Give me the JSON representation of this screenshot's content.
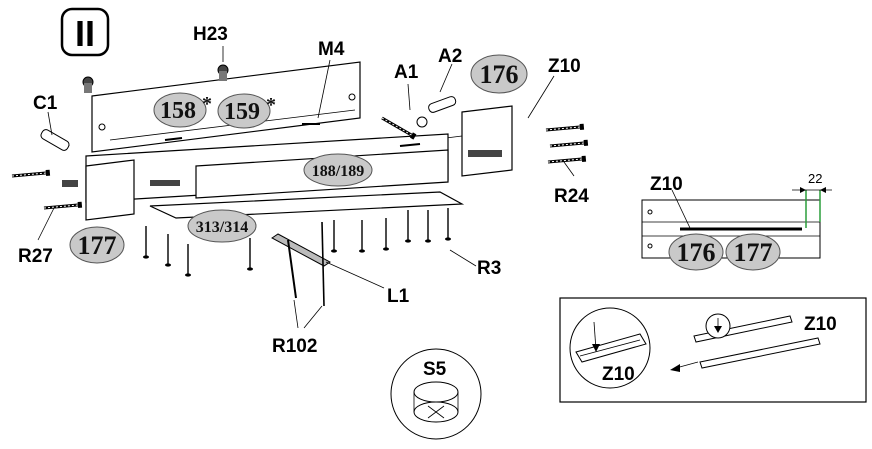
{
  "step": "II",
  "labels": {
    "h23": "H23",
    "m4": "M4",
    "a1": "A1",
    "a2": "A2",
    "z10_top": "Z10",
    "c1": "C1",
    "r24": "R24",
    "r27": "R27",
    "r3": "R3",
    "l1": "L1",
    "r102": "R102",
    "s5": "S5",
    "z10_detail": "Z10",
    "z10_inset_right": "Z10",
    "z10_inset_left": "Z10",
    "dim_22": "22"
  },
  "parts": {
    "p176_top": "176",
    "p158": "158",
    "p159": "159",
    "star": "*",
    "p188_189": "188/189",
    "p313_314": "313/314",
    "p177_left": "177",
    "p176_detail": "176",
    "p177_detail": "177"
  }
}
